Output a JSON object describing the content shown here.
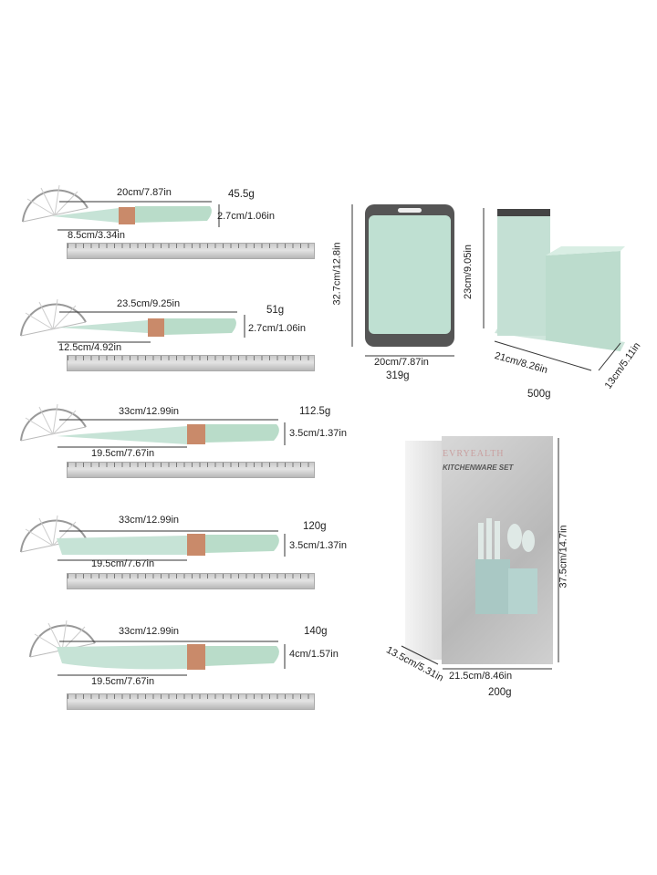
{
  "knives": [
    {
      "length": "20cm/7.87in",
      "weight": "45.5g",
      "height": "2.7cm/1.06in",
      "blade": "8.5cm/3.34in"
    },
    {
      "length": "23.5cm/9.25in",
      "weight": "51g",
      "height": "2.7cm/1.06in",
      "blade": "12.5cm/4.92in"
    },
    {
      "length": "33cm/12.99in",
      "weight": "112.5g",
      "height": "3.5cm/1.37in",
      "blade": "19.5cm/7.67in"
    },
    {
      "length": "33cm/12.99in",
      "weight": "120g",
      "height": "3.5cm/1.37in",
      "blade": "19.5cm/7.67in"
    },
    {
      "length": "33cm/12.99in",
      "weight": "140g",
      "height": "4cm/1.57in",
      "blade": "19.5cm/7.67in"
    }
  ],
  "cutting_board": {
    "height": "32.7cm/12.8in",
    "width": "20cm/7.87in",
    "weight": "319g"
  },
  "knife_block": {
    "height": "23cm/9.05in",
    "width": "21cm/8.26in",
    "depth": "13cm/5.11in",
    "weight": "500g"
  },
  "gift_box": {
    "height": "37.5cm/14.7in",
    "depth": "13.5cm/5.31in",
    "width": "21.5cm/8.46in",
    "weight": "200g",
    "brand": "EVRYEALTH",
    "title": "KITCHENWARE SET"
  },
  "colors": {
    "handle": "#b9dcc9",
    "blade": "#c6e3d6",
    "bolster": "#c98a6a",
    "board": "#bfe0d2",
    "board_handle": "#555555"
  }
}
